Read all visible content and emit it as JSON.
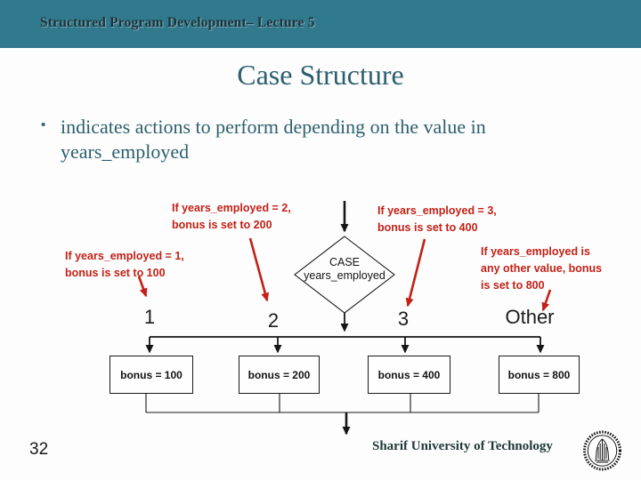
{
  "header": {
    "title": "Structured Program Development– Lecture 5"
  },
  "title": "Case Structure",
  "bullet": {
    "marker": "•",
    "text": "indicates actions to perform depending on the value in\nyears_employed"
  },
  "diagram": {
    "annotations": {
      "case2": "If years_employed = 2,\nbonus is set to 200",
      "case3": "If years_employed = 3,\nbonus is set to 400",
      "case1": "If years_employed = 1,\nbonus is set to 100",
      "other": "If years_employed is\nany other value, bonus\nis set to 800"
    },
    "decision_label": "CASE\nyears_employed",
    "case_labels": [
      "1",
      "2",
      "3",
      "Other"
    ],
    "action_boxes": [
      "bonus = 100",
      "bonus = 200",
      "bonus = 400",
      "bonus = 800"
    ],
    "colors": {
      "banner_teal": "#31798c",
      "title_teal": "#2d5f6e",
      "annotation_red": "#c32017",
      "line_black": "#161616"
    }
  },
  "footer": {
    "slide_number": "32",
    "organization": "Sharif University of Technology",
    "logo_icon": "sharif-university-emblem"
  }
}
